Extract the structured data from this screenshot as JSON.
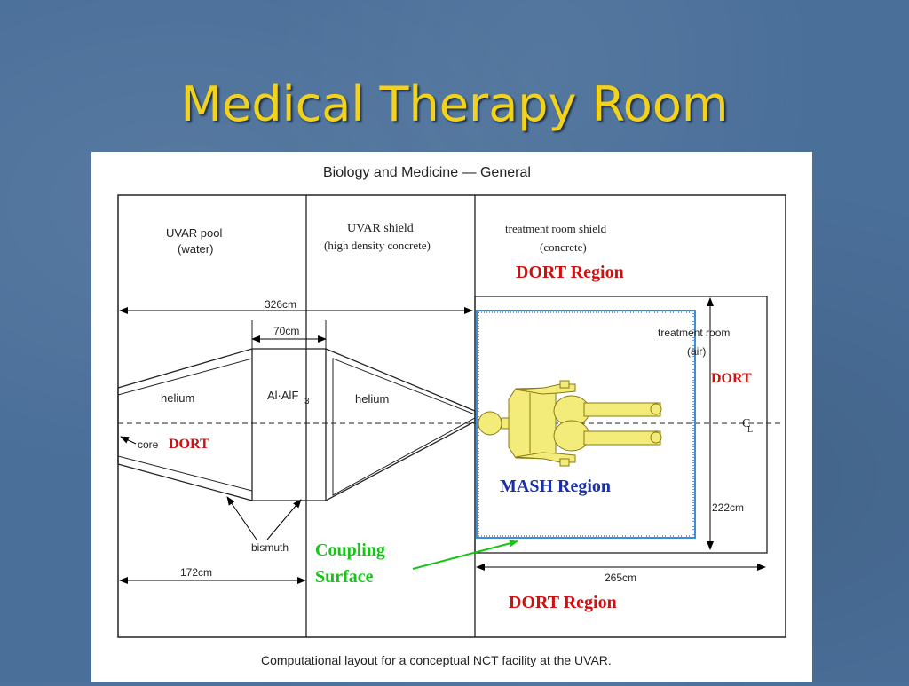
{
  "slide": {
    "title": "Medical Therapy Room"
  },
  "figure": {
    "header": "Biology and Medicine — General",
    "caption": "Computational layout for a conceptual NCT facility at the UVAR.",
    "labels": {
      "uvar_pool_1": "UVAR pool",
      "uvar_pool_2": "(water)",
      "uvar_shield_1": "UVAR shield",
      "uvar_shield_2": "(high density concrete)",
      "treatment_shield_1": "treatment room shield",
      "treatment_shield_2": "(concrete)",
      "treatment_room_1": "treatment room",
      "treatment_room_2": "(air)",
      "dim_326": "326cm",
      "dim_70": "70cm",
      "dim_172": "172cm",
      "dim_265": "265cm",
      "dim_222": "222cm",
      "helium_left": "helium",
      "helium_right": "helium",
      "alaif": "Al·AlF",
      "alaif_sub": "3",
      "core": "core",
      "bismuth": "bismuth",
      "centerline": "C",
      "centerline_sub": "L"
    },
    "annotations": {
      "dort_region_top": "DORT Region",
      "dort_right": "DORT",
      "dort_core": "DORT",
      "mash_region": "MASH Region",
      "coupling_1": "Coupling",
      "coupling_2": "Surface",
      "dort_region_bottom": "DORT Region"
    },
    "colors": {
      "dort": "#d01010",
      "mash": "#1a2fa8",
      "coupling": "#18c418",
      "title": "#f2d21a",
      "phantom": "#f4ec7a",
      "mash_box": "#3a8fd8"
    }
  }
}
